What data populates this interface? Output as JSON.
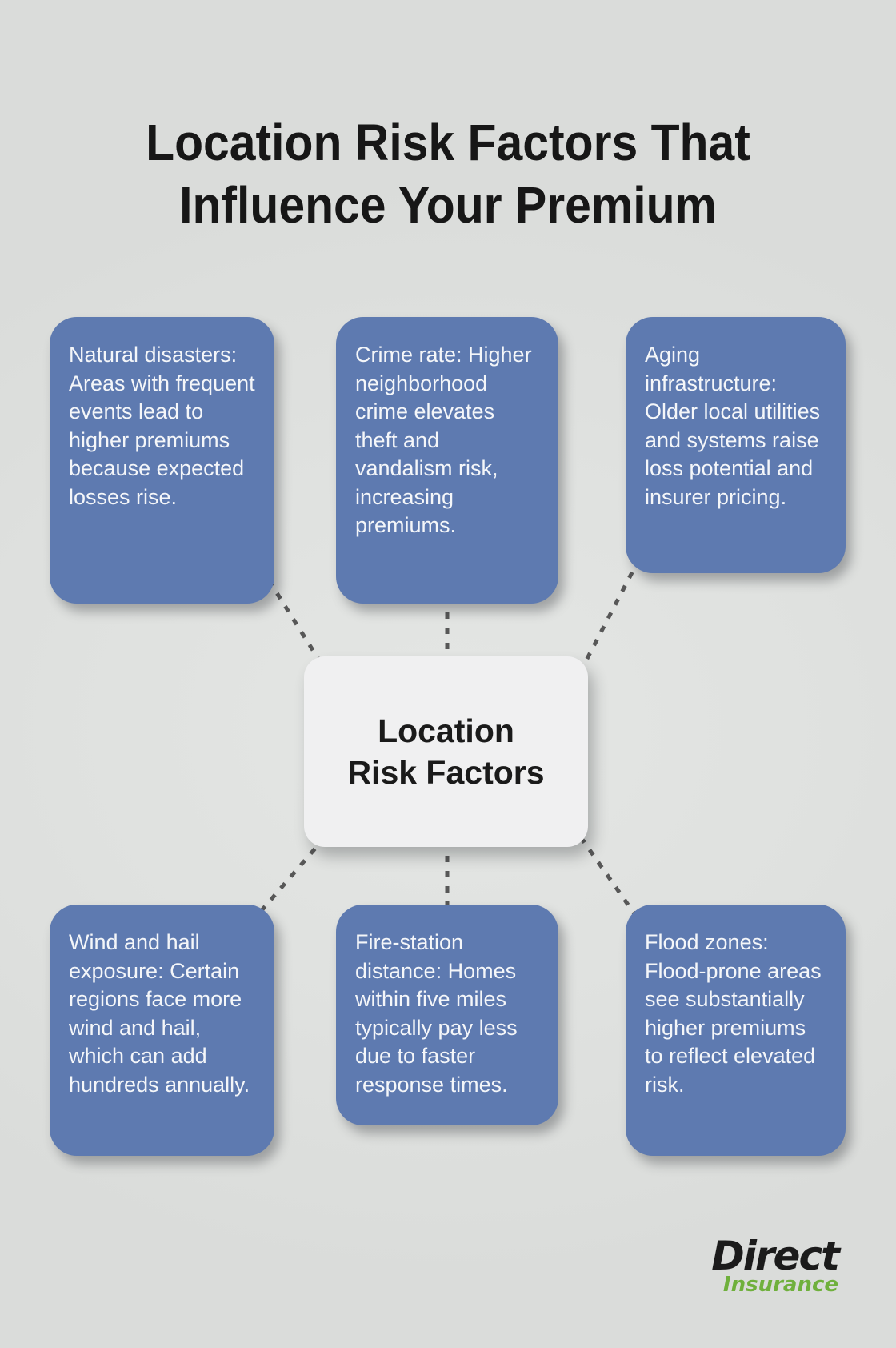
{
  "page": {
    "background_color": "#dfe1df"
  },
  "title": {
    "lines": [
      "Location Risk Factors That",
      "Influence Your Premium"
    ],
    "color": "#171717"
  },
  "center_node": {
    "label": "Location Risk Factors",
    "background": "#f0f0f1",
    "text_color": "#1a1a1a"
  },
  "factors": {
    "box_color": "#5e7ab0",
    "text_color": "#f4f6f9",
    "top": [
      {
        "id": "natural-disasters",
        "text": "Natural disasters: Areas with frequent events lead to higher premiums because expected losses rise."
      },
      {
        "id": "crime-rate",
        "text": "Crime rate: Higher neighborhood crime elevates theft and vandalism risk, increasing premiums."
      },
      {
        "id": "aging-infrastructure",
        "text": "Aging infrastructure: Older local utilities and systems raise loss potential and insurer pricing."
      }
    ],
    "bottom": [
      {
        "id": "wind-hail-exposure",
        "text": "Wind and hail exposure: Certain regions face more wind and hail, which can add hundreds annually."
      },
      {
        "id": "fire-station-distance",
        "text": "Fire-station distance: Homes within five miles typically pay less due to faster response times."
      },
      {
        "id": "flood-zones",
        "text": "Flood zones: Flood-prone areas see substantially higher premiums to reflect elevated risk."
      }
    ]
  },
  "connectors": {
    "color": "#575757",
    "style": "dashed"
  },
  "logo": {
    "brand": "Direct",
    "tagline": "Insurance",
    "brand_color": "#1b1b1b",
    "tagline_color": "#6fb03c"
  }
}
